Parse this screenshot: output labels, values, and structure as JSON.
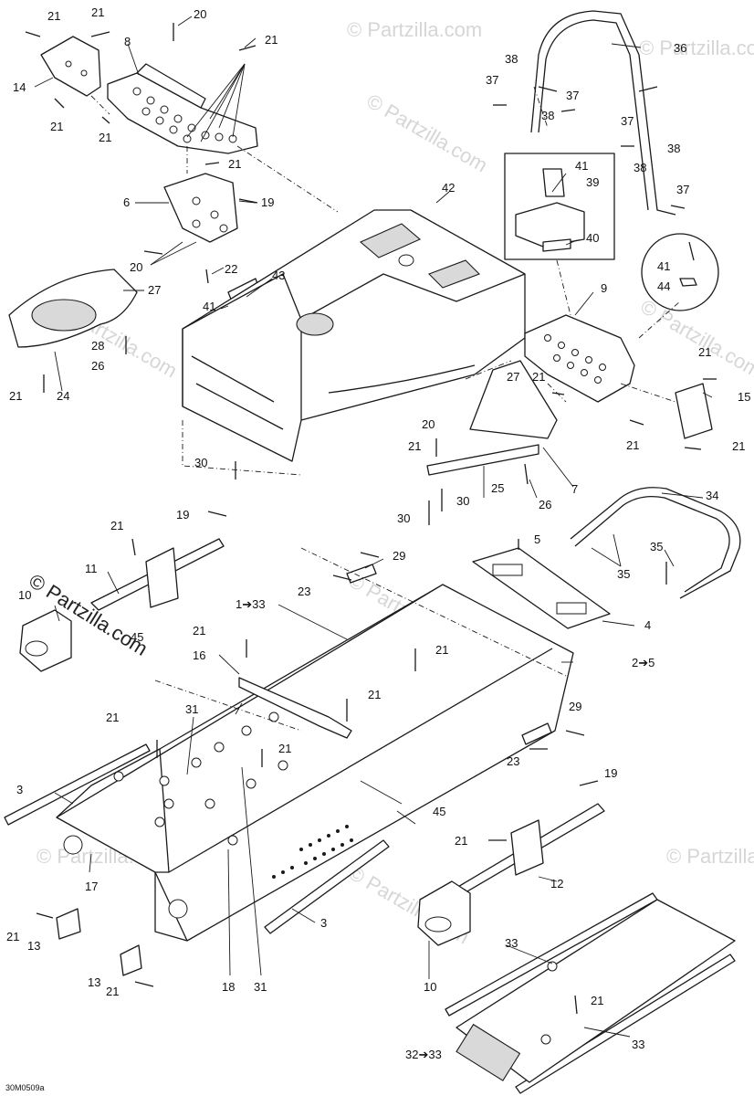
{
  "diagram": {
    "code": "30M0509a",
    "watermark": "© Partzilla.com"
  },
  "callouts": [
    {
      "id": "c21a",
      "text": "21"
    },
    {
      "id": "c20a",
      "text": "20"
    },
    {
      "id": "c21b",
      "text": "21"
    },
    {
      "id": "c21c",
      "text": "21"
    },
    {
      "id": "c8",
      "text": "8"
    },
    {
      "id": "c14",
      "text": "14"
    },
    {
      "id": "c21d",
      "text": "21"
    },
    {
      "id": "c21e",
      "text": "21"
    },
    {
      "id": "c21f",
      "text": "21"
    },
    {
      "id": "c6",
      "text": "6"
    },
    {
      "id": "c19a",
      "text": "19"
    },
    {
      "id": "c20b",
      "text": "20"
    },
    {
      "id": "c22",
      "text": "22"
    },
    {
      "id": "c27a",
      "text": "27"
    },
    {
      "id": "c43",
      "text": "43"
    },
    {
      "id": "c41a",
      "text": "41"
    },
    {
      "id": "c28",
      "text": "28"
    },
    {
      "id": "c26a",
      "text": "26"
    },
    {
      "id": "c21g",
      "text": "21"
    },
    {
      "id": "c24",
      "text": "24"
    },
    {
      "id": "c36",
      "text": "36"
    },
    {
      "id": "c38a",
      "text": "38"
    },
    {
      "id": "c37a",
      "text": "37"
    },
    {
      "id": "c37b",
      "text": "37"
    },
    {
      "id": "c38b",
      "text": "38"
    },
    {
      "id": "c37c",
      "text": "37"
    },
    {
      "id": "c38c",
      "text": "38"
    },
    {
      "id": "c38d",
      "text": "38"
    },
    {
      "id": "c37d",
      "text": "37"
    },
    {
      "id": "c42",
      "text": "42"
    },
    {
      "id": "c41b",
      "text": "41"
    },
    {
      "id": "c39",
      "text": "39"
    },
    {
      "id": "c40",
      "text": "40"
    },
    {
      "id": "c41c",
      "text": "41"
    },
    {
      "id": "c44",
      "text": "44"
    },
    {
      "id": "c9",
      "text": "9"
    },
    {
      "id": "c21h",
      "text": "21"
    },
    {
      "id": "c27b",
      "text": "27"
    },
    {
      "id": "c21i",
      "text": "21"
    },
    {
      "id": "c15",
      "text": "15"
    },
    {
      "id": "c20c",
      "text": "20"
    },
    {
      "id": "c21j",
      "text": "21"
    },
    {
      "id": "c21k",
      "text": "21"
    },
    {
      "id": "c21l",
      "text": "21"
    },
    {
      "id": "c30a",
      "text": "30"
    },
    {
      "id": "c25",
      "text": "25"
    },
    {
      "id": "c7",
      "text": "7"
    },
    {
      "id": "c30b",
      "text": "30"
    },
    {
      "id": "c30c",
      "text": "30"
    },
    {
      "id": "c26b",
      "text": "26"
    },
    {
      "id": "c34",
      "text": "34"
    },
    {
      "id": "c19b",
      "text": "19"
    },
    {
      "id": "c21m",
      "text": "21"
    },
    {
      "id": "c11",
      "text": "11"
    },
    {
      "id": "c29a",
      "text": "29"
    },
    {
      "id": "c5",
      "text": "5"
    },
    {
      "id": "c35a",
      "text": "35"
    },
    {
      "id": "c35b",
      "text": "35"
    },
    {
      "id": "c23a",
      "text": "23"
    },
    {
      "id": "c10a",
      "text": "10"
    },
    {
      "id": "c1to33",
      "text": "1➔33"
    },
    {
      "id": "c4",
      "text": "4"
    },
    {
      "id": "c45a",
      "text": "45"
    },
    {
      "id": "c21n",
      "text": "21"
    },
    {
      "id": "c21o",
      "text": "21"
    },
    {
      "id": "c16",
      "text": "16"
    },
    {
      "id": "c2to5",
      "text": "2➔5"
    },
    {
      "id": "c21p",
      "text": "21"
    },
    {
      "id": "c21q",
      "text": "21"
    },
    {
      "id": "c31a",
      "text": "31"
    },
    {
      "id": "c21r",
      "text": "21"
    },
    {
      "id": "c29b",
      "text": "29"
    },
    {
      "id": "c23b",
      "text": "23"
    },
    {
      "id": "c19c",
      "text": "19"
    },
    {
      "id": "c3a",
      "text": "3"
    },
    {
      "id": "c45b",
      "text": "45"
    },
    {
      "id": "c21s",
      "text": "21"
    },
    {
      "id": "c17",
      "text": "17"
    },
    {
      "id": "c12",
      "text": "12"
    },
    {
      "id": "c21t",
      "text": "21"
    },
    {
      "id": "c13a",
      "text": "13"
    },
    {
      "id": "c3b",
      "text": "3"
    },
    {
      "id": "c10b",
      "text": "10"
    },
    {
      "id": "c33a",
      "text": "33"
    },
    {
      "id": "c13b",
      "text": "13"
    },
    {
      "id": "c21u",
      "text": "21"
    },
    {
      "id": "c18",
      "text": "18"
    },
    {
      "id": "c31b",
      "text": "31"
    },
    {
      "id": "c21v",
      "text": "21"
    },
    {
      "id": "c32to33",
      "text": "32➔33"
    },
    {
      "id": "c33b",
      "text": "33"
    }
  ]
}
